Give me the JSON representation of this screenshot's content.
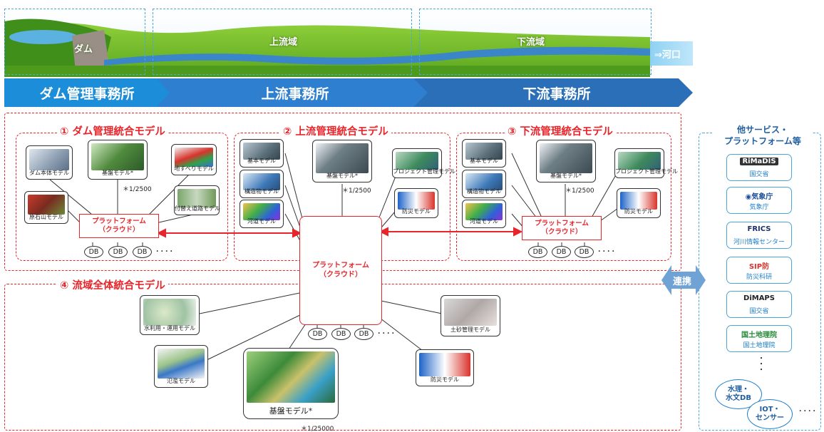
{
  "banner": {
    "dam_label": "ダム",
    "upstream_label": "上流域",
    "downstream_label": "下流域",
    "estuary_label": "⇒河口"
  },
  "offices": [
    "ダム管理事務所",
    "上流事務所",
    "下流事務所"
  ],
  "section1": {
    "title": "① ダム管理統合モデル",
    "models": [
      "ダム本体モデル",
      "基盤モデル*",
      "地すべりモデル",
      "付替え道路モデル",
      "原石山モデル"
    ],
    "scale_note": "＊1/2500",
    "platform": [
      "プラットフォーム",
      "（クラウド）"
    ]
  },
  "section2": {
    "title": "② 上流管理統合モデル",
    "models": [
      "基本モデル",
      "構造物モデル",
      "河道モデル",
      "基盤モデル*",
      "プロジェクト管理モデル",
      "防災モデル"
    ],
    "scale_note": "＊1/2500"
  },
  "section3": {
    "title": "③ 下流管理統合モデル",
    "models": [
      "基本モデル",
      "構造物モデル",
      "河道モデル",
      "基盤モデル*",
      "プロジェクト管理モデル",
      "防災モデル"
    ],
    "scale_note": "＊1/2500",
    "platform": [
      "プラットフォーム",
      "（クラウド）"
    ]
  },
  "section4": {
    "title": "④ 流域全体統合モデル",
    "models": [
      "水利用・運用モデル",
      "氾濫モデル",
      "基盤モデル*",
      "防災モデル",
      "土砂管理モデル"
    ],
    "scale_note": "＊1/25000"
  },
  "central_platform": [
    "プラットフォーム",
    "（クラウド）"
  ],
  "db_label": "DB",
  "ellipsis": "････",
  "side": {
    "title_line1": "他サービス・",
    "title_line2": "プラットフォーム等",
    "link_label": "連携",
    "services": [
      {
        "logo": "RiMaDIS",
        "sub": "国交省"
      },
      {
        "logo": "◉気象庁",
        "sub": "気象庁"
      },
      {
        "logo": "FRICS",
        "sub": "河川情報センター"
      },
      {
        "logo": "SIP防",
        "sub": "防災科研"
      },
      {
        "logo": "DiMAPS",
        "sub": "国交省"
      },
      {
        "logo": "国土地理院",
        "sub": "国土地理院"
      }
    ],
    "bubble1": [
      "水理・",
      "水文DB"
    ],
    "bubble2": [
      "IOT・",
      "センサー"
    ],
    "more": "････"
  },
  "colors": {
    "accent_red": "#e8252b",
    "accent_blue": "#1c8ed9",
    "service_blue": "#4aa7d8"
  }
}
